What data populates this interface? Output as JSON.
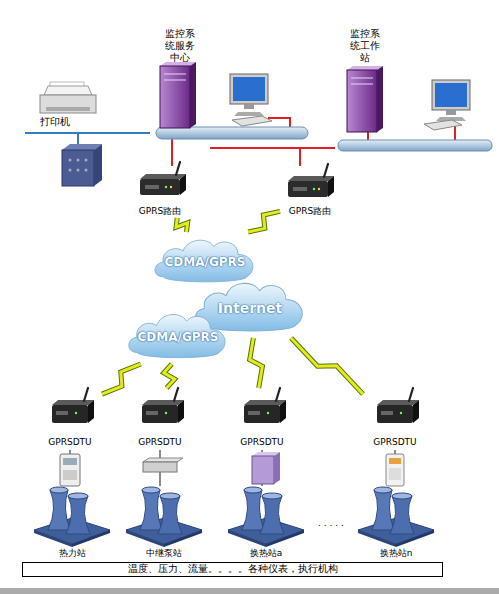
{
  "diagram": {
    "nodes": [
      {
        "text": [
          "打印机"
        ]
      },
      {
        "text": [
          "监控系统服务中心"
        ]
      },
      {
        "text": [
          "监控系统工作站"
        ]
      },
      {
        "text": [
          "GPRS路由"
        ]
      },
      {
        "text": [
          "GPRS路由"
        ]
      },
      {
        "text": [
          "CDMA/GPRS"
        ]
      },
      {
        "text": [
          "Internet"
        ]
      },
      {
        "text": [
          "CDMA/GPRS"
        ]
      },
      {
        "text": [
          "GPRSDTU"
        ]
      },
      {
        "text": [
          "GPRSDTU"
        ]
      },
      {
        "text": [
          "GPRSDTU"
        ]
      },
      {
        "text": [
          "GPRSDTU"
        ]
      },
      {
        "text": [
          "热力站"
        ]
      },
      {
        "text": [
          "中继泵站"
        ]
      },
      {
        "text": [
          "换热站a"
        ]
      },
      {
        "text": [
          "换热站n"
        ]
      },
      {
        "text": [
          "温度、压力、流量。。。。各种仪表，执行机构"
        ]
      }
    ],
    "edges": [
      {
        "from": 0,
        "to": 1,
        "arrow": "none"
      },
      {
        "from": 1,
        "to": 2,
        "arrow": "none"
      },
      {
        "from": 3,
        "to": 1,
        "arrow": "none"
      },
      {
        "from": 4,
        "to": 2,
        "arrow": "none"
      },
      {
        "from": 3,
        "to": 5,
        "arrow": "none"
      },
      {
        "from": 4,
        "to": 5,
        "arrow": "none"
      },
      {
        "from": 8,
        "to": 7,
        "arrow": "none"
      },
      {
        "from": 9,
        "to": 7,
        "arrow": "none"
      },
      {
        "from": 10,
        "to": 6,
        "arrow": "none"
      },
      {
        "from": 11,
        "to": 6,
        "arrow": "none"
      },
      {
        "from": 8,
        "to": 12,
        "arrow": "none"
      },
      {
        "from": 9,
        "to": 13,
        "arrow": "none"
      },
      {
        "from": 10,
        "to": 14,
        "arrow": "none"
      },
      {
        "from": 11,
        "to": 15,
        "arrow": "none"
      }
    ],
    "labels": [
      ". . . . ."
    ]
  }
}
